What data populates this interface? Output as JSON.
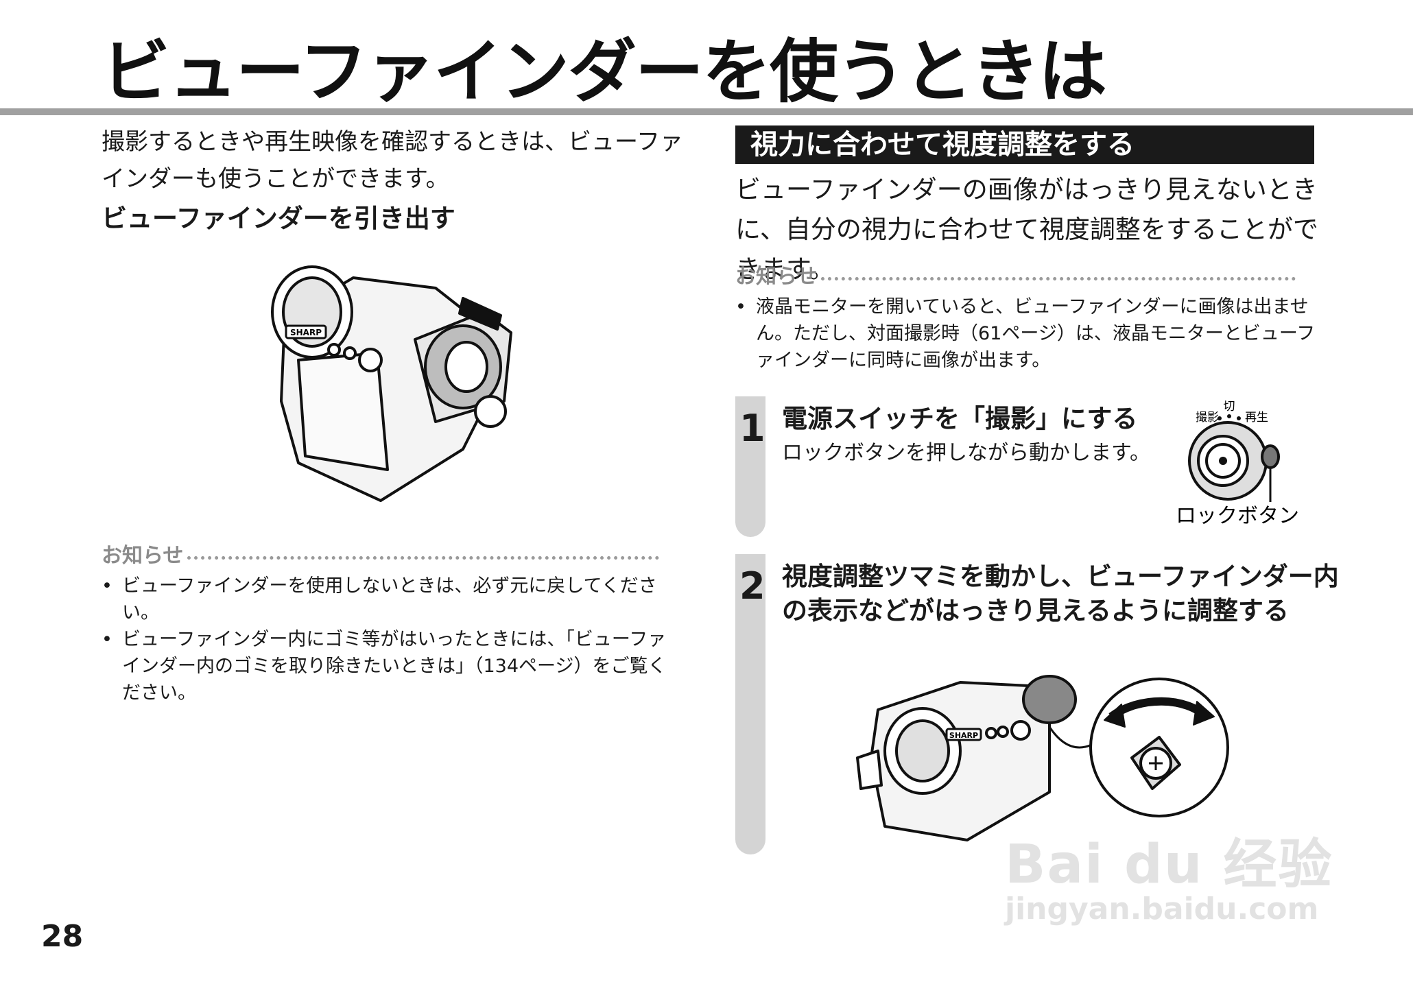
{
  "page": {
    "title": "ビューファインダーを使うときは",
    "number": "28"
  },
  "left": {
    "intro": "撮影するときや再生映像を確認するときは、ビューファインダーも使うことができます。",
    "subheading": "ビューファインダーを引き出す",
    "camera_brand": "SHARP",
    "notice": {
      "label": "お知らせ",
      "items": [
        "ビューファインダーを使用しないときは、必ず元に戻してください。",
        "ビューファインダー内にゴミ等がはいったときには、「ビューファインダー内のゴミを取り除きたいときは」（134ページ）をご覧ください。"
      ]
    }
  },
  "right": {
    "section_title": "視力に合わせて視度調整をする",
    "description": "ビューファインダーの画像がはっきり見えないときに、自分の視力に合わせて視度調整をすることができます。",
    "notice": {
      "label": "お知らせ",
      "items": [
        "液晶モニターを開いていると、ビューファインダーに画像は出ません。ただし、対面撮影時（61ページ）は、液晶モニターとビューファインダーに同時に画像が出ます。"
      ]
    },
    "steps": [
      {
        "number": "1",
        "title": "電源スイッチを「撮影」にする",
        "description": "ロックボタンを押しながら動かします。"
      },
      {
        "number": "2",
        "title_line1": "視度調整ツマミを動かし、ビューファインダー内",
        "title_line2": "の表示などがはっきり見えるように調整する"
      }
    ],
    "switch_diagram": {
      "pos_off": "切",
      "pos_record": "撮影",
      "pos_play": "再生",
      "callout": "ロックボタン"
    },
    "camera_brand": "SHARP"
  },
  "watermark": {
    "brand": "Bai du 经验",
    "url": "jingyan.baidu.com"
  }
}
